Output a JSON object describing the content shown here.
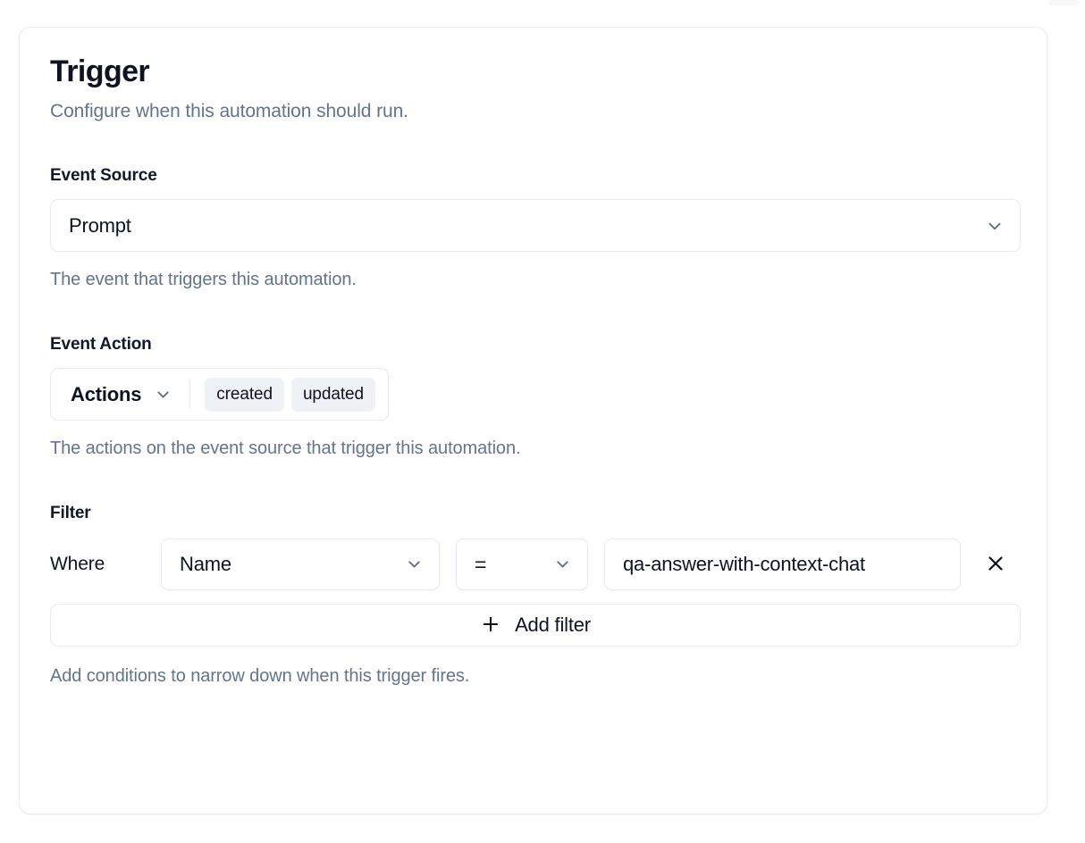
{
  "card": {
    "title": "Trigger",
    "subtitle": "Configure when this automation should run."
  },
  "event_source": {
    "label": "Event Source",
    "value": "Prompt",
    "help": "The event that triggers this automation.",
    "chevron_icon": "chevron-down-icon"
  },
  "event_action": {
    "label": "Event Action",
    "dropdown_label": "Actions",
    "selected": [
      "created",
      "updated"
    ],
    "help": "The actions on the event source that trigger this automation.",
    "chevron_icon": "chevron-down-icon"
  },
  "filter": {
    "label": "Filter",
    "where_label": "Where",
    "rows": [
      {
        "field": "Name",
        "operator": "=",
        "value": "qa-answer-with-context-chat",
        "remove_icon": "close-icon"
      }
    ],
    "add_button": {
      "label": "Add filter",
      "icon": "plus-icon"
    },
    "help": "Add conditions to narrow down when this trigger fires."
  },
  "colors": {
    "text_primary": "#0d1321",
    "text_muted": "#64748b",
    "border": "#e6e9ef",
    "pill_bg": "#eef1f6",
    "icon_muted": "#667085",
    "surface": "#ffffff"
  }
}
